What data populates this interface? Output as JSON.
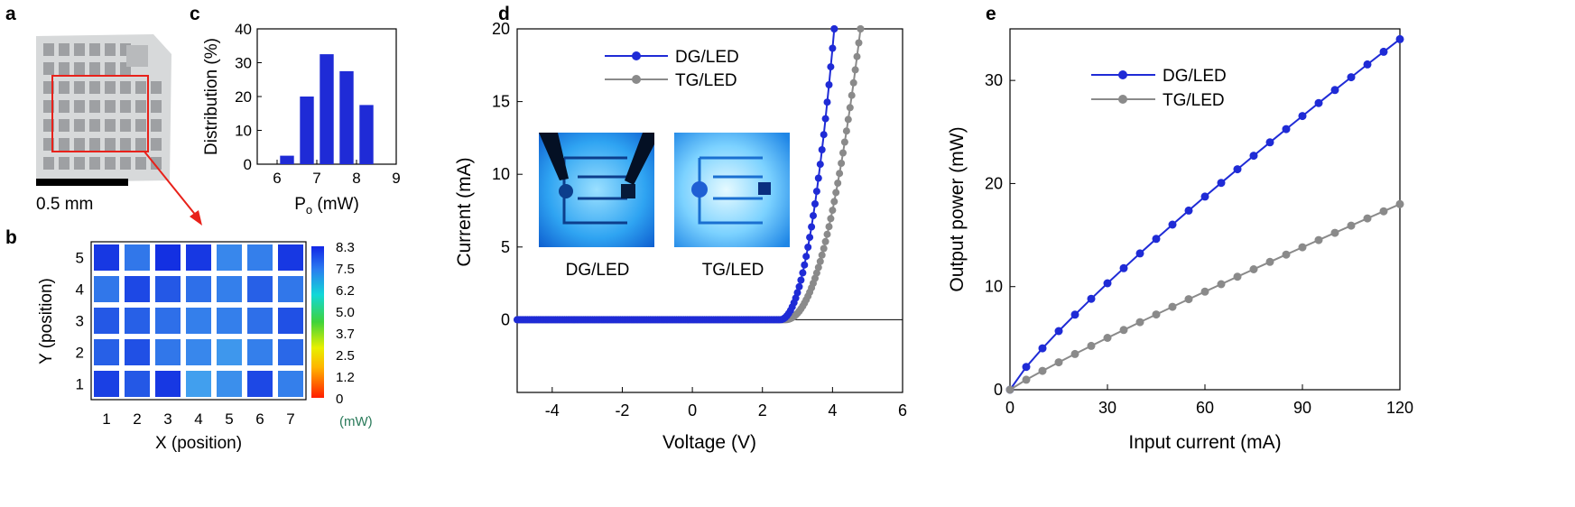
{
  "panel_letters": [
    "a",
    "b",
    "c",
    "d",
    "e"
  ],
  "scale_bar_label": "0.5 mm",
  "colors": {
    "dg": "#1f2bd6",
    "tg": "#8a8a8a",
    "inset_arrow": "#e8211a",
    "photo_bg": "#8f9093",
    "chip": "#d7d9da"
  },
  "chart_data": [
    {
      "id": "b",
      "type": "heatmap",
      "xlabel": "X (position)",
      "ylabel": "Y (position)",
      "x_ticks": [
        "1",
        "2",
        "3",
        "4",
        "5",
        "6",
        "7"
      ],
      "y_ticks": [
        "1",
        "2",
        "3",
        "4",
        "5"
      ],
      "rows_y": [
        5,
        4,
        3,
        2,
        1
      ],
      "values_mW": [
        [
          8.1,
          7.3,
          8.2,
          8.1,
          7.1,
          7.2,
          8.1
        ],
        [
          7.3,
          7.9,
          7.7,
          7.4,
          7.2,
          7.6,
          7.3
        ],
        [
          7.7,
          7.6,
          7.4,
          7.2,
          7.2,
          7.4,
          7.8
        ],
        [
          7.6,
          7.8,
          7.3,
          7.1,
          6.9,
          7.2,
          7.5
        ],
        [
          8.0,
          7.7,
          8.1,
          6.8,
          7.0,
          7.9,
          7.2
        ]
      ],
      "colorbar_ticks": [
        "8.3",
        "7.5",
        "6.2",
        "5.0",
        "3.7",
        "2.5",
        "1.2",
        "0"
      ],
      "colorbar_unit": "(mW)",
      "range": [
        0,
        8.3
      ]
    },
    {
      "id": "c",
      "type": "bar",
      "xlabel": "P",
      "xlabel_sub": "o",
      "xlabel_unit": " (mW)",
      "ylabel": "Distribution (%)",
      "x": [
        6.25,
        6.75,
        7.25,
        7.75,
        8.25
      ],
      "values": [
        2.5,
        20,
        32.5,
        27.5,
        17.5
      ],
      "bar_width": 0.35,
      "xlim": [
        5.5,
        9
      ],
      "ylim": [
        0,
        40
      ],
      "x_ticks": [
        "6",
        "7",
        "8",
        "9"
      ],
      "y_ticks": [
        "0",
        "10",
        "20",
        "30",
        "40"
      ]
    },
    {
      "id": "d",
      "type": "line",
      "xlabel": "Voltage (V)",
      "ylabel": "Current (mA)",
      "xlim": [
        -5,
        6
      ],
      "ylim": [
        -5,
        20
      ],
      "x_ticks": [
        "-4",
        "-2",
        "0",
        "2",
        "4",
        "6"
      ],
      "y_ticks": [
        "0",
        "5",
        "10",
        "15",
        "20"
      ],
      "series": [
        {
          "name": "DG/LED",
          "turn_on_V": 2.5,
          "v_at_20mA": 4.05
        },
        {
          "name": "TG/LED",
          "turn_on_V": 2.65,
          "v_at_20mA": 4.8
        }
      ],
      "inset_labels": [
        "DG/LED",
        "TG/LED"
      ]
    },
    {
      "id": "e",
      "type": "line",
      "xlabel": "Input current (mA)",
      "ylabel": "Output power (mW)",
      "xlim": [
        0,
        120
      ],
      "ylim": [
        0,
        35
      ],
      "x_ticks": [
        "0",
        "30",
        "60",
        "90",
        "120"
      ],
      "y_ticks": [
        "0",
        "10",
        "20",
        "30"
      ],
      "series": [
        {
          "name": "DG/LED",
          "x_max": 120,
          "y_max": 34.0,
          "exponent": 0.86
        },
        {
          "name": "TG/LED",
          "x_max": 120,
          "y_max": 18.0,
          "exponent": 0.92
        }
      ]
    }
  ]
}
